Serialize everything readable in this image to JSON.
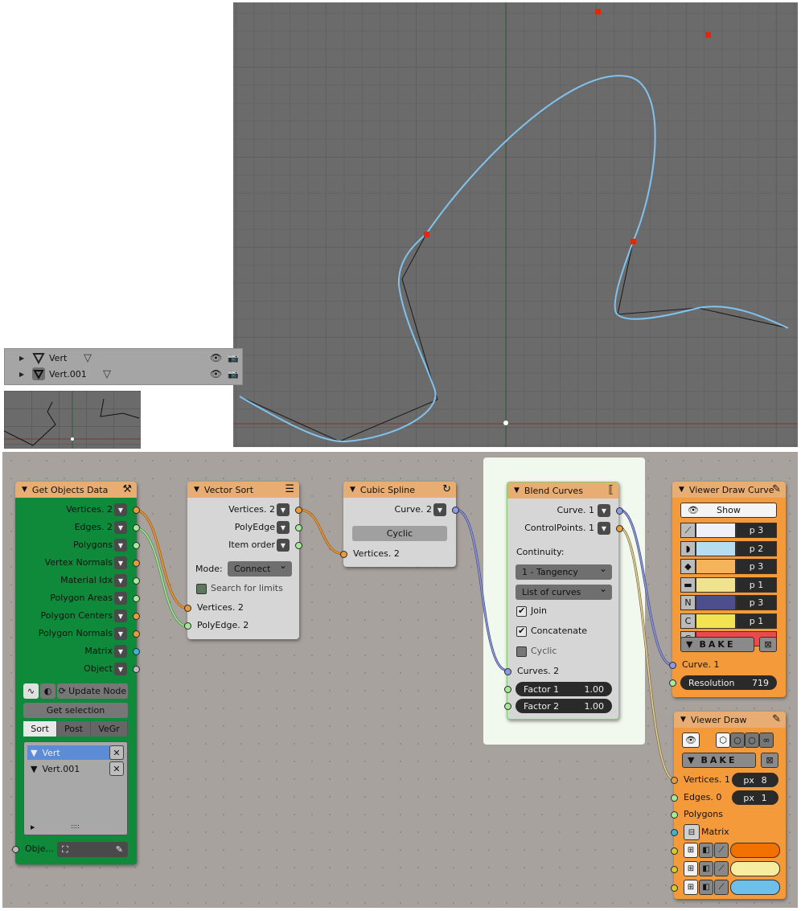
{
  "outliner": {
    "items": [
      {
        "label": "Vert"
      },
      {
        "label": "Vert.001"
      }
    ]
  },
  "nodes": {
    "get_objects_data": {
      "title": "Get Objects Data",
      "outputs": [
        "Vertices. 2",
        "Edges. 2",
        "Polygons",
        "Vertex Normals",
        "Material Idx",
        "Polygon Areas",
        "Polygon Centers",
        "Polygon Normals",
        "Matrix",
        "Object"
      ],
      "update_label": "Update Node",
      "get_selection_label": "Get selection",
      "tabs": [
        "Sort",
        "Post",
        "VeGr"
      ],
      "list": [
        "Vert",
        "Vert.001"
      ],
      "list_dots": "::::",
      "object_input": "Obje..."
    },
    "vector_sort": {
      "title": "Vector Sort",
      "outputs": [
        "Vertices. 2",
        "PolyEdge",
        "Item order"
      ],
      "mode_label": "Mode:",
      "mode_value": "Connect",
      "search_label": "Search for limits",
      "inputs": [
        "Vertices. 2",
        "PolyEdge. 2"
      ]
    },
    "cubic_spline": {
      "title": "Cubic Spline",
      "output": "Curve. 2",
      "cyclic_label": "Cyclic",
      "input": "Vertices. 2"
    },
    "blend_curves": {
      "title": "Blend Curves",
      "outputs": [
        "Curve. 1",
        "ControlPoints. 1"
      ],
      "continuity_label": "Continuity:",
      "continuity_value": "1 - Tangency",
      "mode_value": "List of curves",
      "join_label": "Join",
      "concatenate_label": "Concatenate",
      "cyclic_label": "Cyclic",
      "input": "Curves. 2",
      "factor1_label": "Factor 1",
      "factor1_value": "1.00",
      "factor2_label": "Factor 2",
      "factor2_value": "1.00"
    },
    "viewer_draw_curve": {
      "title": "Viewer Draw Curve",
      "show_label": "Show",
      "rows": [
        {
          "letter": "",
          "val": "p 3",
          "color": "#f0f0f8"
        },
        {
          "letter": "",
          "val": "p 2",
          "color": "#b6dcf2"
        },
        {
          "letter": "",
          "val": "p 3",
          "color": "#f5b45c"
        },
        {
          "letter": "",
          "val": "p 1",
          "color": "#f0e28e"
        },
        {
          "letter": "N",
          "val": "p 3",
          "color": "#4b4f8c"
        },
        {
          "letter": "C",
          "val": "p 1",
          "color": "#f3e353"
        },
        {
          "letter": "G",
          "val": "",
          "color": "#ec4a4a"
        }
      ],
      "bake_label": "BAKE",
      "input": "Curve. 1",
      "resolution_label": "Resolution",
      "resolution_value": "719"
    },
    "viewer_draw": {
      "title": "Viewer Draw",
      "bake_label": "BAKE",
      "inputs": [
        "Vertices. 1",
        "Edges. 0",
        "Polygons",
        "Matrix"
      ],
      "vert_px_label": "px",
      "vert_px_value": "8",
      "edge_px_label": "px",
      "edge_px_value": "1",
      "color_bars": [
        "#f07000",
        "#f6eda0",
        "#6cc0ea"
      ]
    }
  },
  "colors": {
    "curve": "#7fc3ee",
    "control_point": "#e2270c",
    "node_header": "#e8ad73",
    "green_node": "#0f8a3a",
    "viewer_orange": "#f59a3a"
  }
}
